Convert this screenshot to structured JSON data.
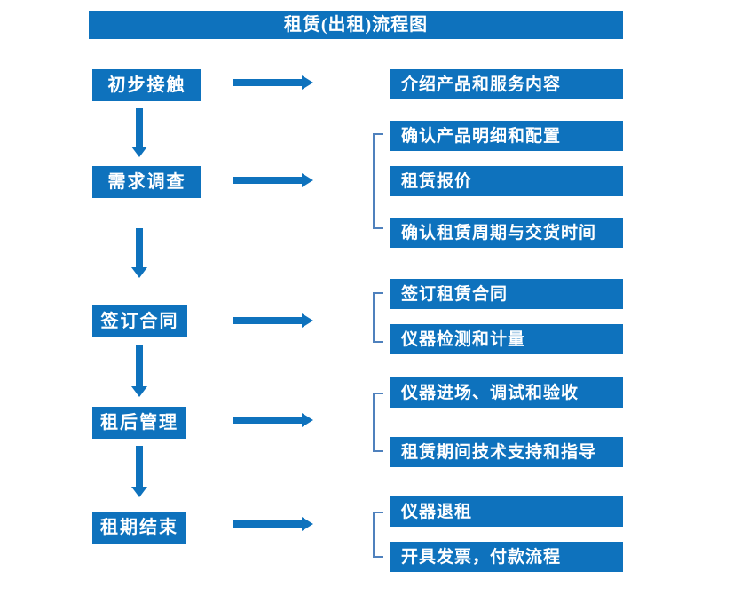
{
  "title": "租赁(出租)流程图",
  "colors": {
    "primary": "#0E72BD",
    "bracket": "#4F81BD",
    "box_text": "#FFFFFF",
    "background": "#FFFFFF"
  },
  "steps": [
    {
      "label": "初步接触",
      "details": [
        "介绍产品和服务内容"
      ]
    },
    {
      "label": "需求调查",
      "details": [
        "确认产品明细和配置",
        "租赁报价",
        "确认租赁周期与交货时间"
      ]
    },
    {
      "label": "签订合同",
      "details": [
        "签订租赁合同",
        "仪器检测和计量"
      ]
    },
    {
      "label": "租后管理",
      "details": [
        "仪器进场、调试和验收",
        "租赁期间技术支持和指导"
      ]
    },
    {
      "label": "租期结束",
      "details": [
        "仪器退租",
        "开具发票，付款流程"
      ]
    }
  ]
}
